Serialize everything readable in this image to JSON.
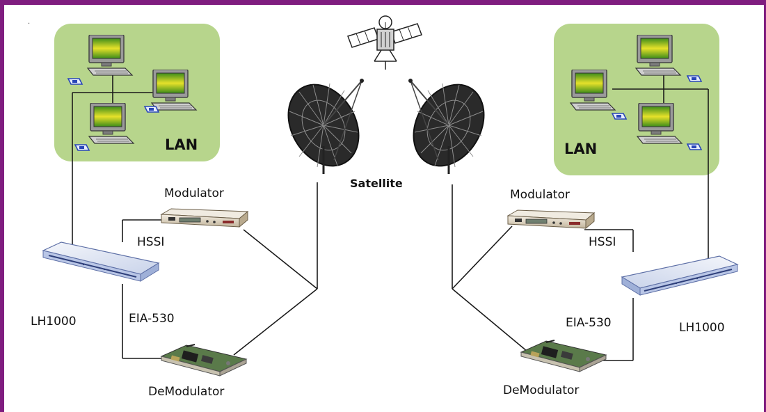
{
  "corner_mark": ".",
  "labels": {
    "lan_left": "LAN",
    "lan_right": "LAN",
    "satellite": "Satellite",
    "modulator_left": "Modulator",
    "modulator_right": "Modulator",
    "hssi_left": "HSSI",
    "hssi_right": "HSSI",
    "eia_left": "EIA-530",
    "eia_right": "EIA-530",
    "lh_left": "LH1000",
    "lh_right": "LH1000",
    "demod_left": "DeModulator",
    "demod_right": "DeModulator"
  },
  "icons": [
    "computer-icon",
    "satellite-icon",
    "satellite-dish-icon",
    "modulator-device-icon",
    "router-lh1000-icon",
    "demodulator-card-icon",
    "network-jack-icon"
  ],
  "colors": {
    "frame": "#7f1d7f",
    "lan_box": "#b7d58c",
    "line": "#1a1a1a"
  }
}
